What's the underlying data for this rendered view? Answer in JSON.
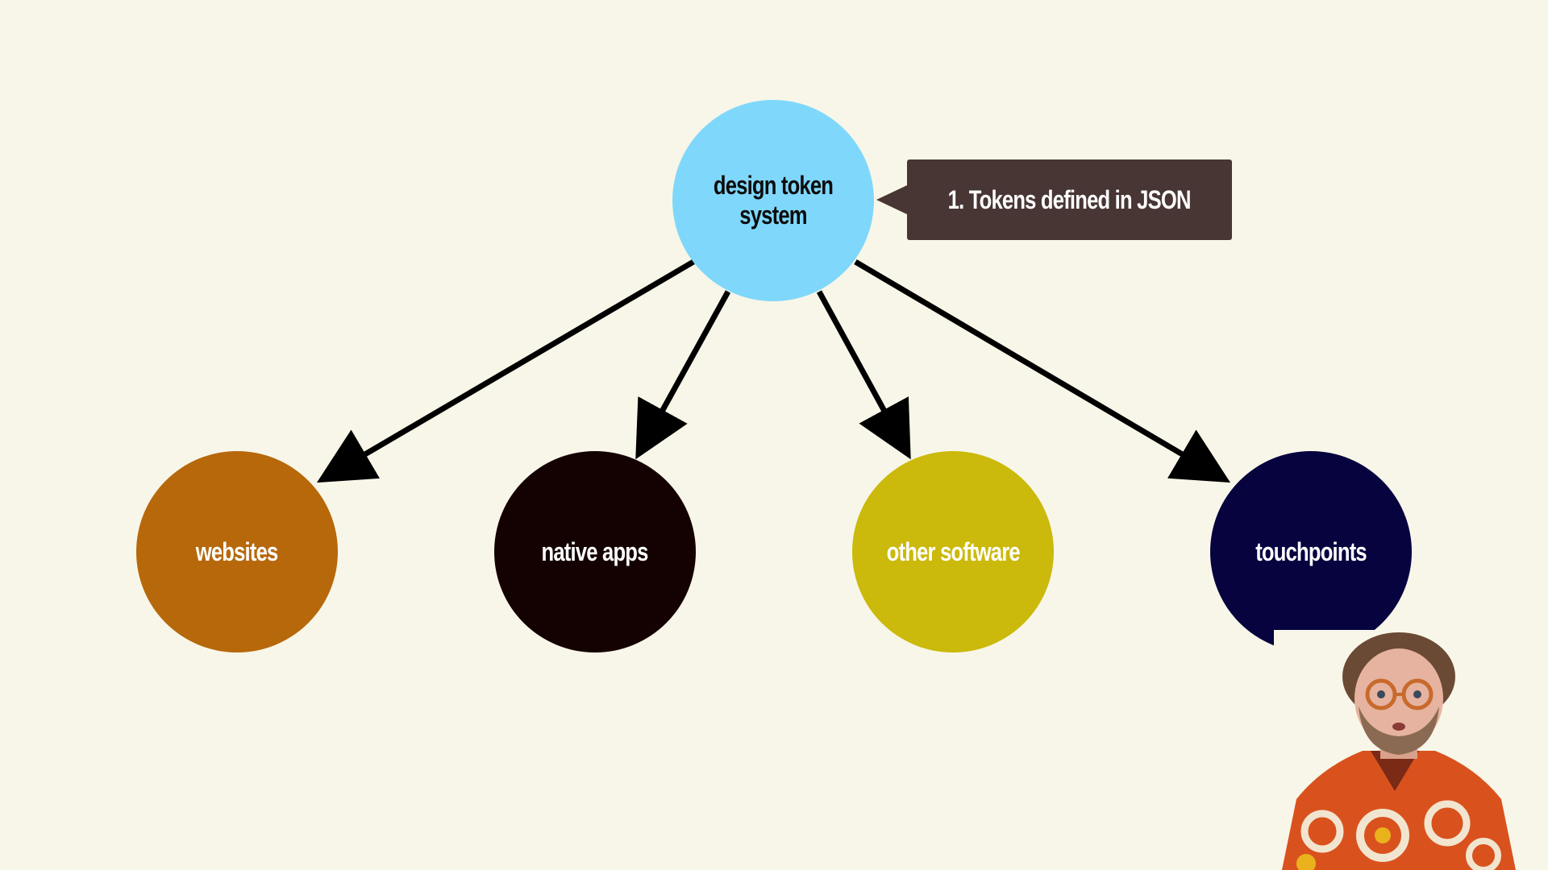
{
  "diagram": {
    "center": {
      "label": "design token system",
      "color": "#7fd8fb"
    },
    "callout": {
      "label": "1. Tokens defined in JSON",
      "color": "#473633"
    },
    "targets": [
      {
        "label": "websites",
        "color": "#b6680b"
      },
      {
        "label": "native apps",
        "color": "#140202"
      },
      {
        "label": "other software",
        "color": "#cbb90b"
      },
      {
        "label": "touchpoints",
        "color": "#06033f"
      }
    ]
  },
  "presenter": {
    "icon": "person-webcam-thumbnail"
  }
}
